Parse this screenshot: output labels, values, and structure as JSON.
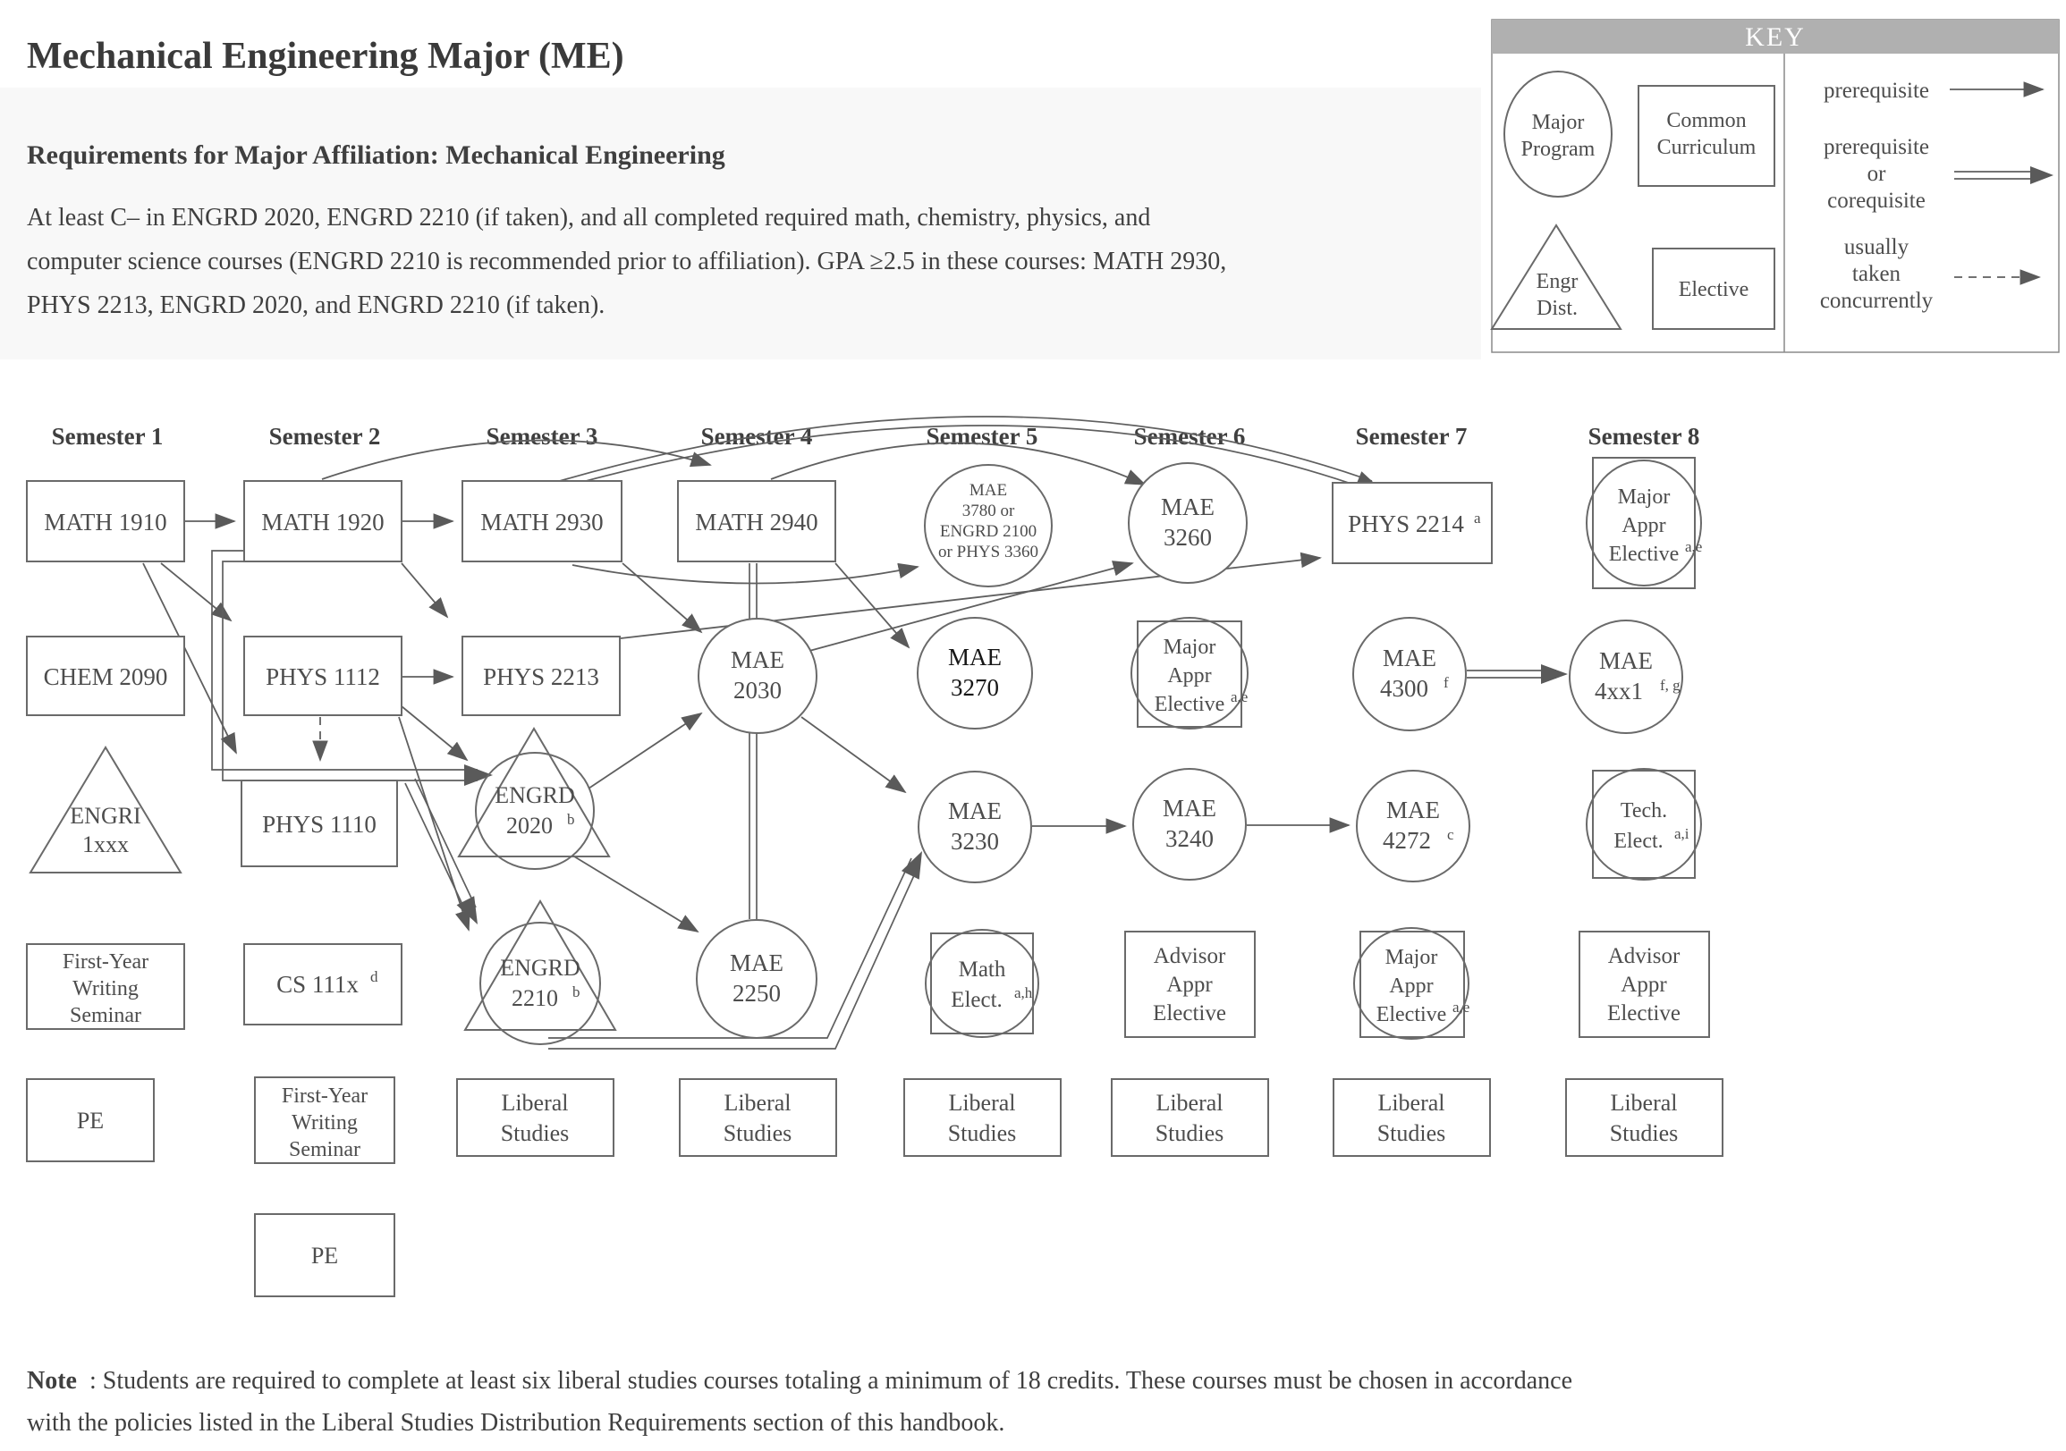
{
  "page": {
    "title": "Mechanical Engineering Major (ME)",
    "subtitle": "Requirements for Major Affiliation:  Mechanical Engineering",
    "para": [
      "At least C– in ENGRD 2020, ENGRD 2210 (if taken), and all completed required math, chemistry, physics, and",
      "computer science courses (ENGRD 2210 is recommended prior to affiliation). GPA ≥2.5 in these courses: MATH 2930,",
      "PHYS 2213, ENGRD 2020, and ENGRD 2210 (if taken)."
    ],
    "note_bold": "Note",
    "note_line1": ": Students are required to complete at least six liberal studies courses totaling a minimum of 18 credits.  These courses must be chosen in accordance",
    "note_line2": "with the policies listed in the Liberal Studies Distribution Requirements section of this handbook."
  },
  "key": {
    "title": "KEY",
    "circle": [
      "Major",
      "Program"
    ],
    "rect": [
      "Common",
      "Curriculum"
    ],
    "triangle": [
      "Engr",
      "Dist."
    ],
    "elective": "Elective",
    "prereq": "prerequisite",
    "coreq": [
      "prerequisite",
      "or",
      "corequisite"
    ],
    "concurrent": [
      "usually",
      "taken",
      "concurrently"
    ]
  },
  "semesters": [
    "Semester 1",
    "Semester 2",
    "Semester 3",
    "Semester 4",
    "Semester 5",
    "Semester 6",
    "Semester 7",
    "Semester 8"
  ],
  "n": {
    "math1910": {
      "lines": [
        "MATH 1910"
      ]
    },
    "math1920": {
      "lines": [
        "MATH 1920"
      ]
    },
    "math2930": {
      "lines": [
        "MATH 2930"
      ]
    },
    "math2940": {
      "lines": [
        "MATH 2940"
      ]
    },
    "mae3780": {
      "lines": [
        "MAE",
        "3780 or",
        "ENGRD 2100",
        "or PHYS 3360"
      ]
    },
    "mae3260": {
      "lines": [
        "MAE",
        "3260"
      ]
    },
    "phys2214": {
      "lines": [
        "PHYS 2214"
      ],
      "sup": "a"
    },
    "chem2090": {
      "lines": [
        "CHEM 2090"
      ]
    },
    "phys1112": {
      "lines": [
        "PHYS 1112"
      ]
    },
    "phys2213": {
      "lines": [
        "PHYS 2213"
      ]
    },
    "mae2030": {
      "lines": [
        "MAE",
        "2030"
      ]
    },
    "mae3270": {
      "lines": [
        "MAE",
        "3270"
      ]
    },
    "mae4300": {
      "lines": [
        "MAE",
        "4300"
      ],
      "sup": "f"
    },
    "mae4xx1": {
      "lines": [
        "MAE",
        "4xx1"
      ],
      "sup": "f, g"
    },
    "engri1xxx": {
      "lines": [
        "ENGRI",
        "1xxx"
      ]
    },
    "phys1110": {
      "lines": [
        "PHYS 1110"
      ]
    },
    "engrd2020": {
      "lines": [
        "ENGRD",
        "2020"
      ],
      "sup": "b"
    },
    "engrd2210": {
      "lines": [
        "ENGRD",
        "2210"
      ],
      "sup": "b"
    },
    "mae3230": {
      "lines": [
        "MAE",
        "3230"
      ]
    },
    "mae3240": {
      "lines": [
        "MAE",
        "3240"
      ]
    },
    "mae4272": {
      "lines": [
        "MAE",
        "4272"
      ],
      "sup": "c"
    },
    "mae2250": {
      "lines": [
        "MAE",
        "2250"
      ]
    },
    "majorelect": {
      "lines": [
        "Major",
        "Appr",
        "Elective"
      ],
      "sup": "a,e"
    },
    "techelect": {
      "lines": [
        "Tech.",
        "Elect."
      ],
      "sup": "a,i"
    },
    "mathelect": {
      "lines": [
        "Math",
        "Elect."
      ],
      "sup": "a,h"
    },
    "advelect": {
      "lines": [
        "Advisor",
        "Appr",
        "Elective"
      ]
    },
    "fyws": {
      "lines": [
        "First-Year",
        "Writing",
        "Seminar"
      ]
    },
    "cs111x": {
      "lines": [
        "CS 111x"
      ],
      "sup": "d"
    },
    "ls": {
      "lines": [
        "Liberal",
        "Studies"
      ]
    },
    "pe": {
      "lines": [
        "PE"
      ]
    }
  }
}
